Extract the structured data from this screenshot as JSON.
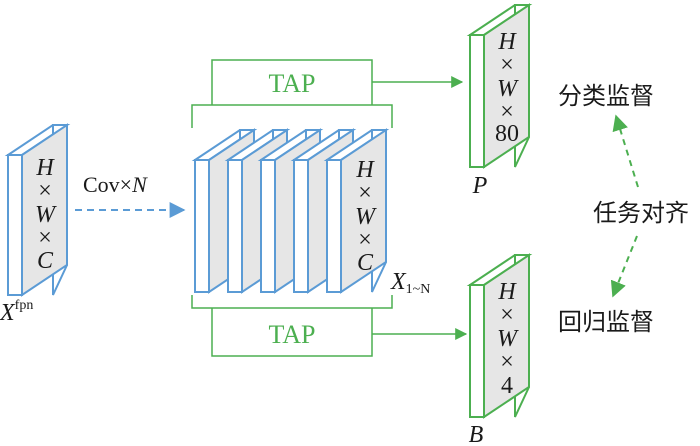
{
  "input": {
    "dims": [
      "H",
      "×",
      "W",
      "×",
      "C"
    ],
    "label_main": "X",
    "label_sup": "fpn"
  },
  "conv_label": {
    "text": "Cov×",
    "italic": "N"
  },
  "stack": {
    "dims": [
      "H",
      "×",
      "W",
      "×",
      "C"
    ],
    "label_main": "X",
    "label_sub": "1~N"
  },
  "tap_top": "TAP",
  "tap_bottom": "TAP",
  "output_p": {
    "dims": [
      "H",
      "×",
      "W",
      "×",
      "80"
    ],
    "label": "P"
  },
  "output_b": {
    "dims": [
      "H",
      "×",
      "W",
      "×",
      "4"
    ],
    "label": "B"
  },
  "classification_supervision": "分类监督",
  "task_alignment": "任务对齐",
  "regression_supervision": "回归监督",
  "colors": {
    "blue": "#5B9BD5",
    "green": "#4CAF50",
    "panel_fill": "#E6E6E6",
    "text": "#1a1a1a"
  }
}
